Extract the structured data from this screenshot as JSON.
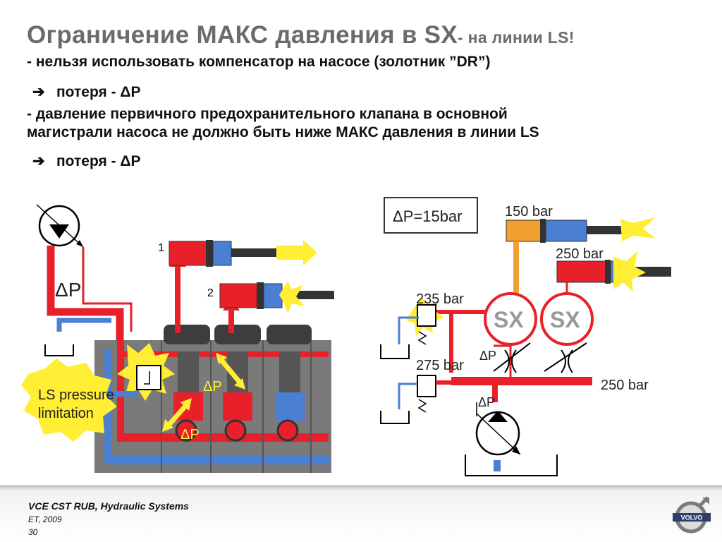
{
  "title": {
    "main": "Ограничение МАКС давления в SX",
    "suffix": "- на линии LS!"
  },
  "lines": {
    "l1": "- нельзя использовать компенсатор на насосе (золотник ”DR”)",
    "l2": "потеря - ΔP",
    "l3": "- давление первичного предохранительного клапана в основной",
    "l4": "магистрали насоса не должно быть ниже МАКС давления в линии LS",
    "l5": "потеря - ΔP"
  },
  "left_diagram": {
    "dp_label": "ΔP",
    "num1": "1",
    "num2": "2",
    "ls_line1": "LS pressure",
    "ls_line2": "limitation",
    "dp_a": "ΔP",
    "dp_b": "ΔP"
  },
  "right_diagram": {
    "dp_box": "ΔP=15bar",
    "p150": "150 bar",
    "p250top": "250 bar",
    "p235": "235 bar",
    "p275": "275 bar",
    "p250right": "250 bar",
    "sx1": "SX",
    "sx2": "SX",
    "dp1": "ΔP",
    "dp2": "ΔP"
  },
  "footer": {
    "org": "VCE CST RUB, Hydraulic Systems",
    "date": "ET, 2009",
    "page": "30",
    "logo": "VOLVO"
  },
  "colors": {
    "oil_red": "#e8202a",
    "tank_blue": "#4a7fd4",
    "orange": "#f0a030",
    "yellow": "#ffee33"
  }
}
